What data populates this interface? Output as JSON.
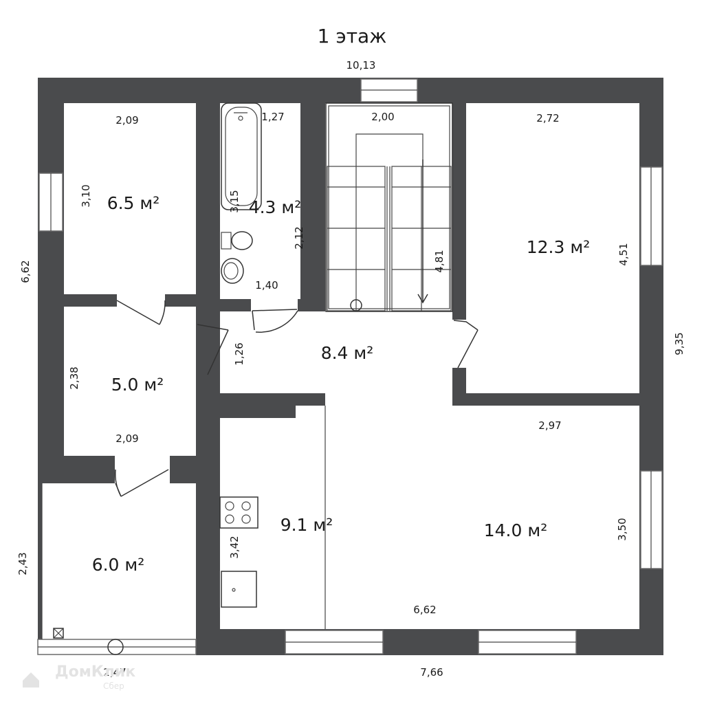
{
  "title": "1 этаж",
  "overall_dims": {
    "top_width": "10,13",
    "left_height": "6,62",
    "right_height": "9,35",
    "bottom_left": "2,47",
    "bottom_right": "7,66",
    "left_lower": "2,43"
  },
  "rooms": [
    {
      "id": "room-a",
      "area": "6.5 м²",
      "dims": [
        "2,09",
        "3,10"
      ]
    },
    {
      "id": "room-bath",
      "area": "4.3 м²",
      "dims": [
        "1,27",
        "2,12",
        "1,40",
        "3,15"
      ]
    },
    {
      "id": "room-stairs",
      "dims": [
        "2,00",
        "4,81"
      ]
    },
    {
      "id": "room-b",
      "area": "12.3 м²",
      "dims": [
        "2,72",
        "4,51"
      ]
    },
    {
      "id": "room-hall",
      "area": "8.4 м²",
      "dims": [
        "1,26"
      ]
    },
    {
      "id": "room-c",
      "area": "5.0 м²",
      "dims": [
        "2,38",
        "2,09"
      ]
    },
    {
      "id": "room-kitchen",
      "area": "9.1 м²",
      "dims": [
        "3,42"
      ]
    },
    {
      "id": "room-living",
      "area": "14.0 м²",
      "dims": [
        "2,97",
        "3,50",
        "6,62"
      ]
    },
    {
      "id": "room-porch",
      "area": "6.0 м²"
    }
  ],
  "watermark": {
    "brand": "ДомКлик",
    "sub": "Сбер"
  },
  "colors": {
    "wall": "#4a4b4d",
    "background": "#ffffff"
  }
}
